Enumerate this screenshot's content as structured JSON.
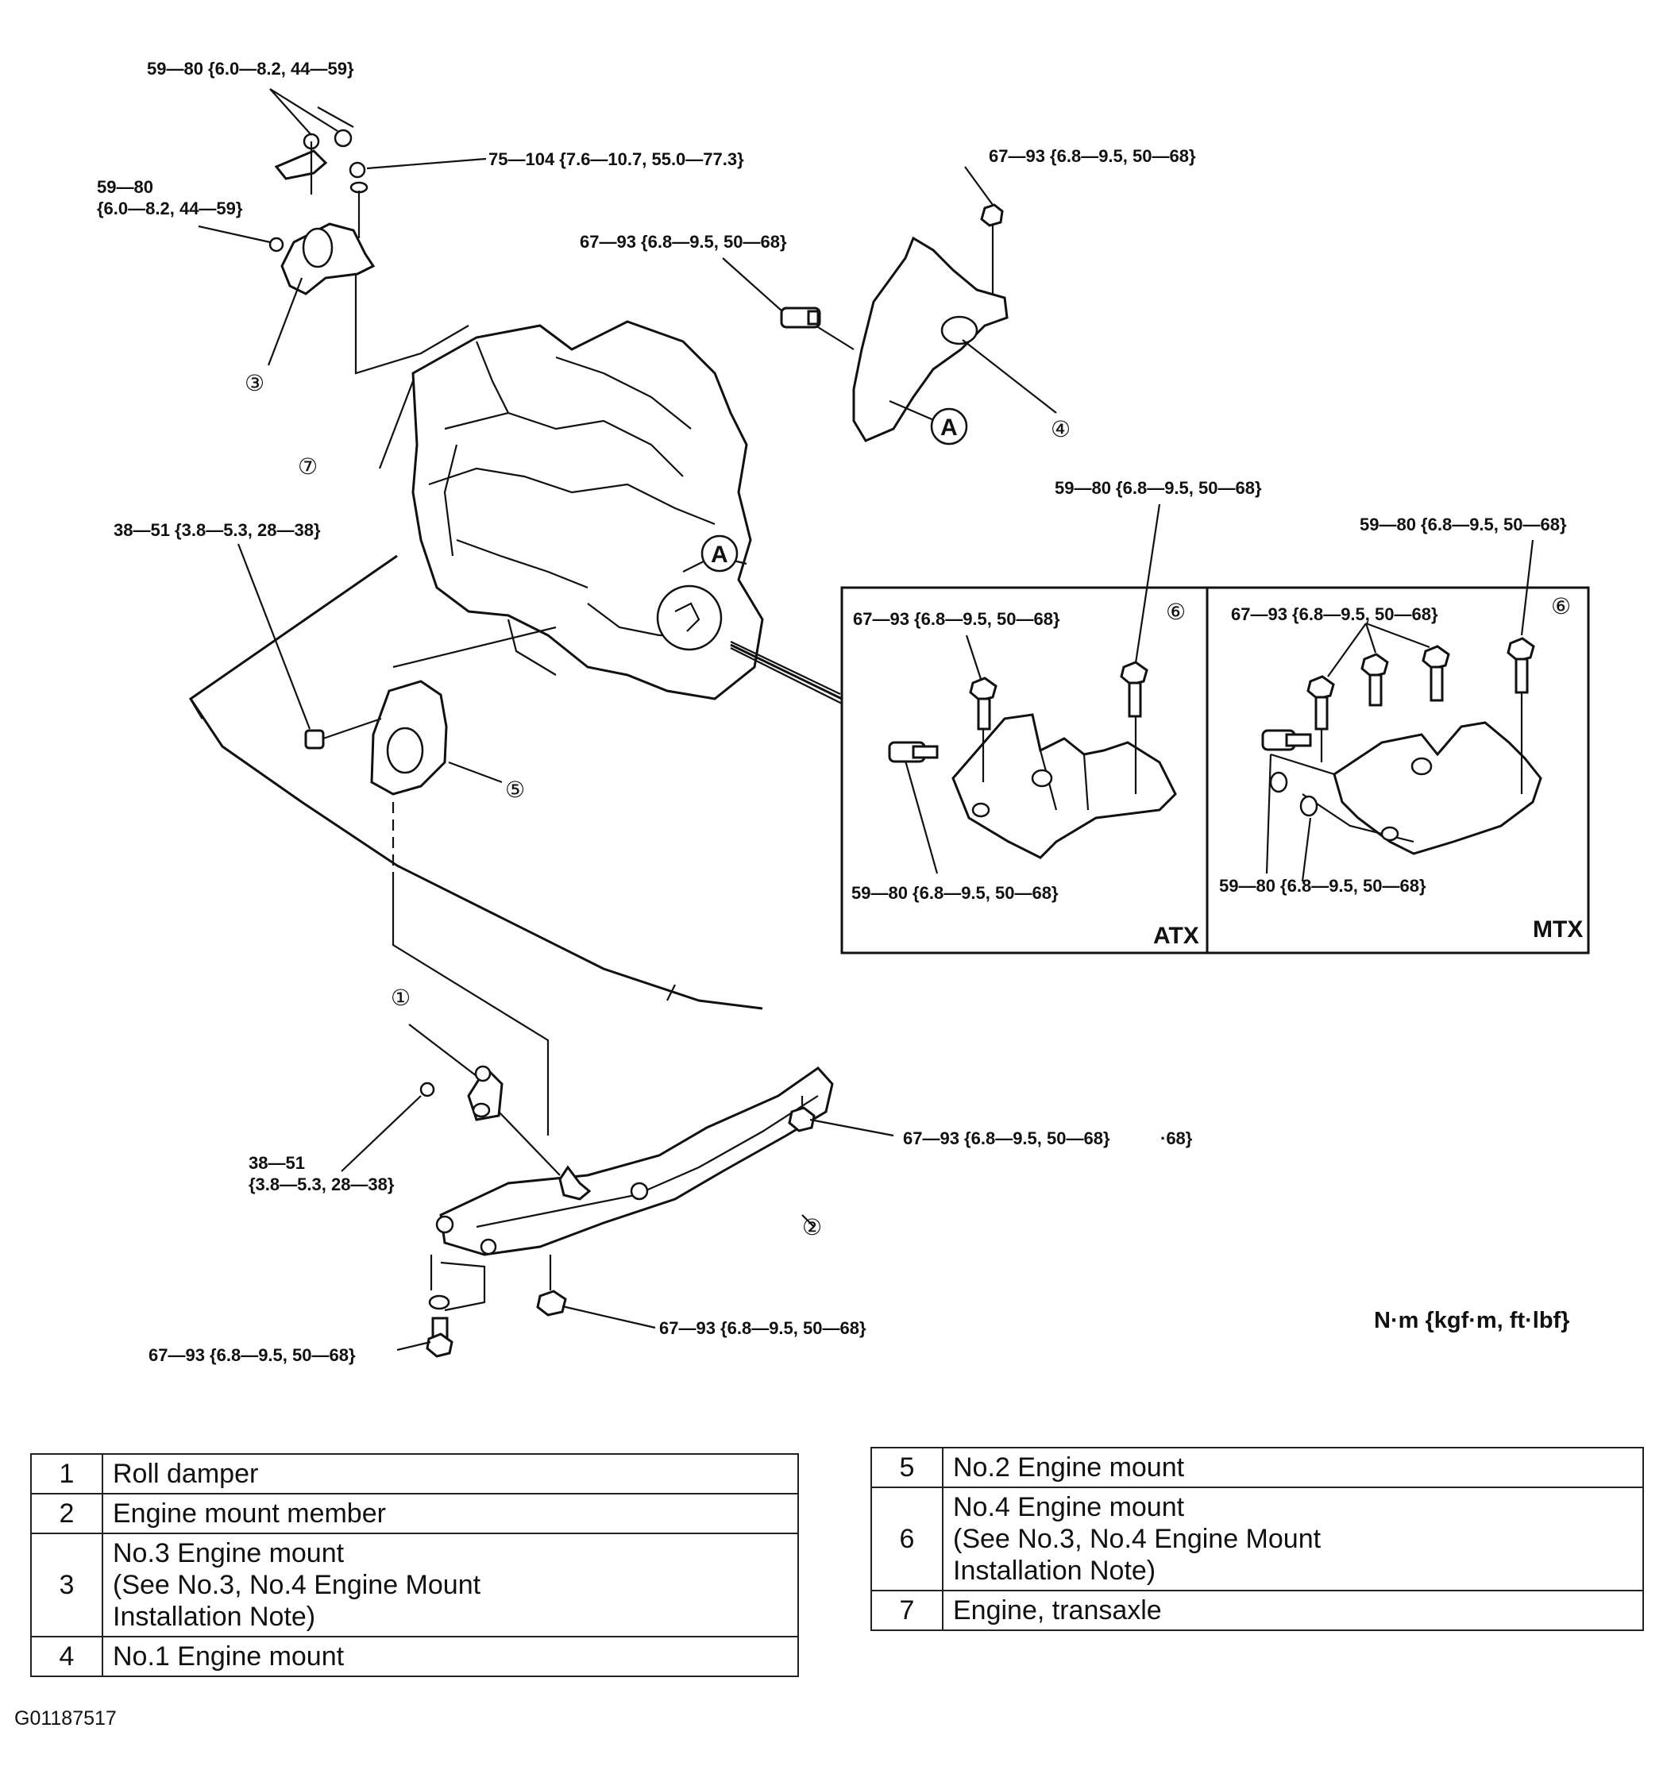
{
  "torque": {
    "t_no3_top": "59—80 {6.0—8.2, 44—59}",
    "t_no3_right": "75—104 {7.6—10.7, 55.0—77.3}",
    "t_no3_left_1": "59—80",
    "t_no3_left_2": "{6.0—8.2, 44—59}",
    "t_no1_top": "67—93 {6.8—9.5, 50—68}",
    "t_no1_bolt": "67—93 {6.8—9.5, 50—68}",
    "t_no2_bolt": "38—51 {3.8—5.3, 28—38}",
    "t_atx_top": "59—80 {6.8—9.5, 50—68}",
    "t_atx_left": "67—93 {6.8—9.5, 50—68}",
    "t_atx_bottom": "59—80 {6.8—9.5, 50—68}",
    "t_mtx_top": "59—80 {6.8—9.5, 50—68}",
    "t_mtx_left": "67—93 {6.8—9.5, 50—68}",
    "t_mtx_bottom": "59—80 {6.8—9.5, 50—68}",
    "t_damper_1": "38—51",
    "t_damper_2": "{3.8—5.3, 28—38}",
    "t_member_right": "67—93 {6.8—9.5, 50—68}",
    "t_member_right_extra": "·68}",
    "t_member_bottom": "67—93 {6.8—9.5, 50—68}",
    "t_member_left": "67—93 {6.8—9.5, 50—68}"
  },
  "callouts": {
    "c1": "①",
    "c2": "②",
    "c3": "③",
    "c4": "④",
    "c5": "⑤",
    "c6_atx": "⑥",
    "c6_mtx": "⑥",
    "c7": "⑦",
    "a_top": "A",
    "a_engine": "A"
  },
  "inset": {
    "atx": "ATX",
    "mtx": "MTX"
  },
  "units": "N·m {kgf·m, ft·lbf}",
  "legend_left": [
    {
      "n": "1",
      "lines": [
        "Roll damper"
      ]
    },
    {
      "n": "2",
      "lines": [
        "Engine mount member"
      ]
    },
    {
      "n": "3",
      "lines": [
        "No.3 Engine mount",
        "(See No.3, No.4 Engine Mount",
        "Installation Note)"
      ]
    },
    {
      "n": "4",
      "lines": [
        "No.1 Engine mount"
      ]
    }
  ],
  "legend_right": [
    {
      "n": "5",
      "lines": [
        "No.2 Engine mount"
      ]
    },
    {
      "n": "6",
      "lines": [
        "No.4 Engine mount",
        "(See No.3, No.4 Engine Mount",
        "Installation Note)"
      ]
    },
    {
      "n": "7",
      "lines": [
        "Engine, transaxle"
      ]
    }
  ],
  "figure_id": "G01187517"
}
